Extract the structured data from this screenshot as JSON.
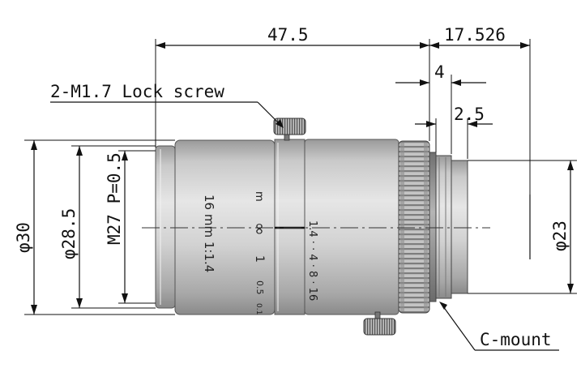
{
  "labels": {
    "overall_length": "47.5",
    "back_length": "17.526",
    "dim_4": "4",
    "dim_2_5": "2.5",
    "lock_screw": "2-M1.7 Lock screw",
    "dia_30": "φ30",
    "dia_28_5": "φ28.5",
    "thread": "M27 P=0.5",
    "dia_23": "φ23",
    "mount": "C-mount"
  },
  "lens_markings": {
    "focal": "16 mm 1:1.4",
    "unit_m": "m",
    "infinity": "∞",
    "dist_1": "1",
    "dist_0_5": "0.5",
    "dist_0_1": "0.1",
    "aperture_scale": "1.4 · · 4 · 8 · 16"
  },
  "colors": {
    "body_light": "#e4e4e4",
    "body_mid": "#bdbdbd",
    "body_dark": "#8a8a8a",
    "line": "#111111"
  }
}
